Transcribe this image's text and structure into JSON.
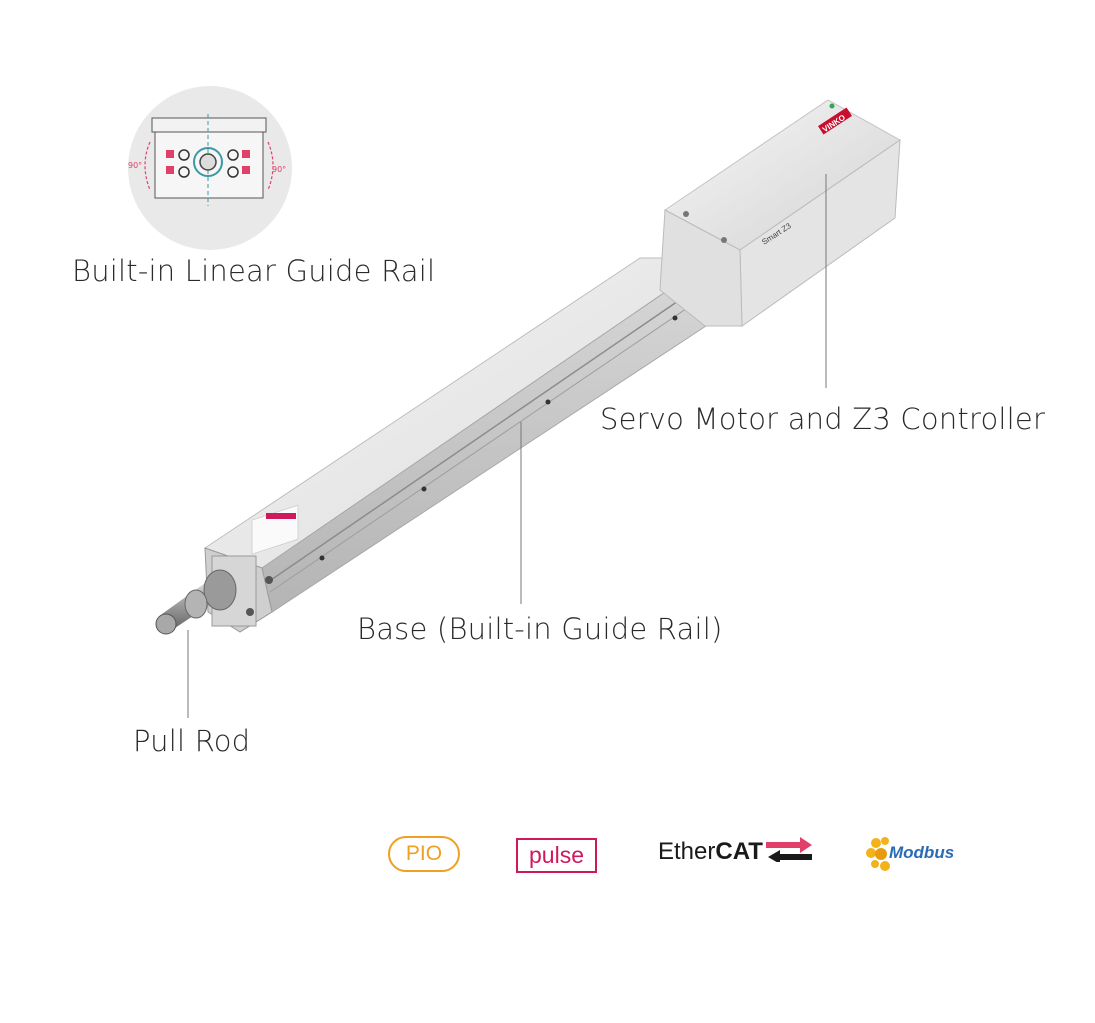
{
  "labels": {
    "guide_rail": "Built-in Linear Guide Rail",
    "servo": "Servo Motor and Z3 Controller",
    "base": "Base (Built-in Guide Rail)",
    "pull_rod": "Pull Rod"
  },
  "product": {
    "brand": "VINKO",
    "model": "Smart Z3"
  },
  "diagram": {
    "angle_left": "90°",
    "angle_right": "90°"
  },
  "protocols": {
    "pio": "PIO",
    "pulse": "pulse",
    "ethercat_a": "Ether",
    "ethercat_b": "CAT",
    "modbus": "Modbus"
  },
  "colors": {
    "pio": "#f0a020",
    "pulse": "#d0185c",
    "modbus": "#2a6bb5",
    "brand_red": "#c8102e"
  }
}
